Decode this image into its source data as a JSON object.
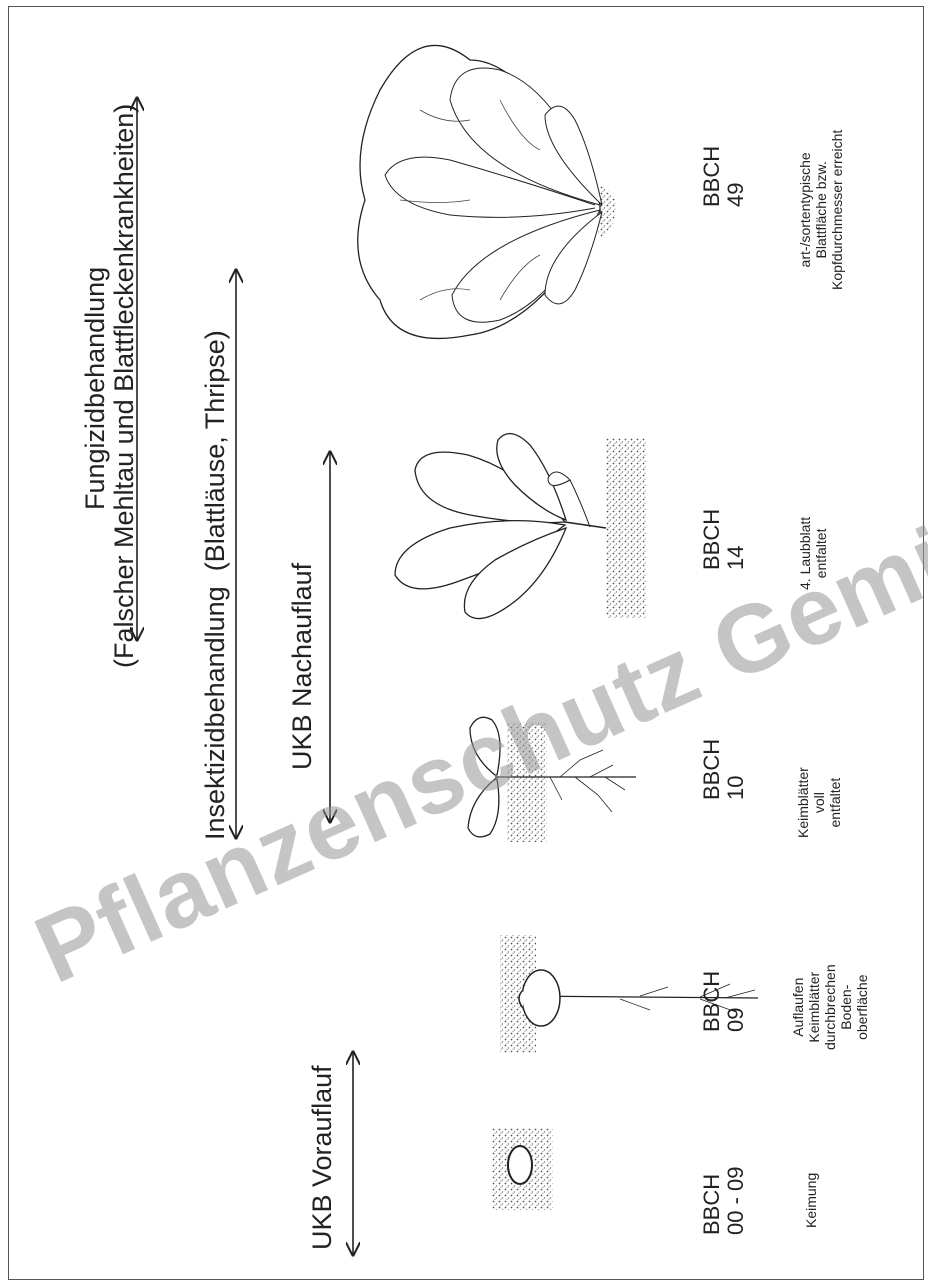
{
  "treatments": {
    "fungicide_line1": "Fungizidbehandlung",
    "fungicide_line2": "(Falscher Mehltau und Blattfleckenkrankheiten)",
    "insecticide": "Insektizidbehandlung  (Blattläuse, Thripse)",
    "ukb_post": "UKB Nachauflauf",
    "ukb_pre": "UKB Vorauflauf"
  },
  "stages": [
    {
      "code_line1": "BBCH",
      "code_line2": "00 - 09",
      "description": "Keimung"
    },
    {
      "code_line1": "BBCH",
      "code_line2": "09",
      "description": "Auflaufen\nKeimblätter\ndurchbrechen\nBoden-\noberfläche"
    },
    {
      "code_line1": "BBCH",
      "code_line2": "10",
      "description": "Keimblätter\nvoll\nentfaltet"
    },
    {
      "code_line1": "BBCH",
      "code_line2": "14",
      "description": "4. Laubblatt\nentfaltet"
    },
    {
      "code_line1": "BBCH",
      "code_line2": "49",
      "description": "art-/sortentypische\nBlattfläche bzw.\nKopfdurchmesser erreicht"
    }
  ],
  "watermark": "Pflanzenschutz Gemüsebau",
  "colors": {
    "ink": "#222222",
    "soil": "#7a7a7a",
    "watermark": "#969696"
  }
}
